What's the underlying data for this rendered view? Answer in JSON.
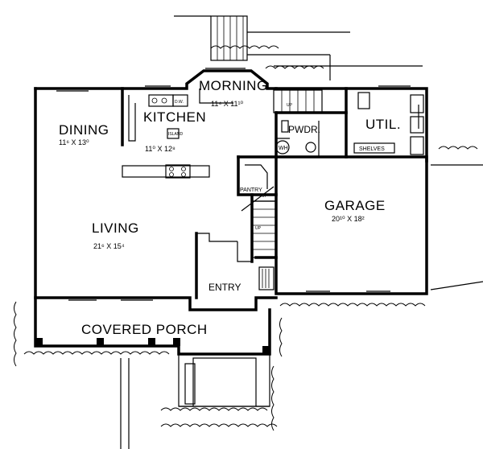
{
  "rooms": {
    "dining": {
      "name": "DINING",
      "dim": "11⁶ X 13⁰"
    },
    "kitchen": {
      "name": "KITCHEN",
      "dim": "11⁰ X 12⁸"
    },
    "morning": {
      "name": "MORNING",
      "dim": "11⁴ X 11¹⁰"
    },
    "powder": {
      "name": "PWDR."
    },
    "utility": {
      "name": "UTIL."
    },
    "pantry": {
      "name": "PANTRY"
    },
    "garage": {
      "name": "GARAGE",
      "dim": "20¹⁰ X 18²"
    },
    "living": {
      "name": "LIVING",
      "dim": "21⁶ X 15⁴"
    },
    "entry": {
      "name": "ENTRY"
    },
    "porch": {
      "name": "COVERED PORCH"
    }
  },
  "fixtures": {
    "island": "ISLAND",
    "dishwasher": "D.W.",
    "water_heater": "WH",
    "shelves": "SHELVES",
    "stair_up_1": "UP",
    "stair_up_2": "UP",
    "stair_up_3": "UP"
  }
}
